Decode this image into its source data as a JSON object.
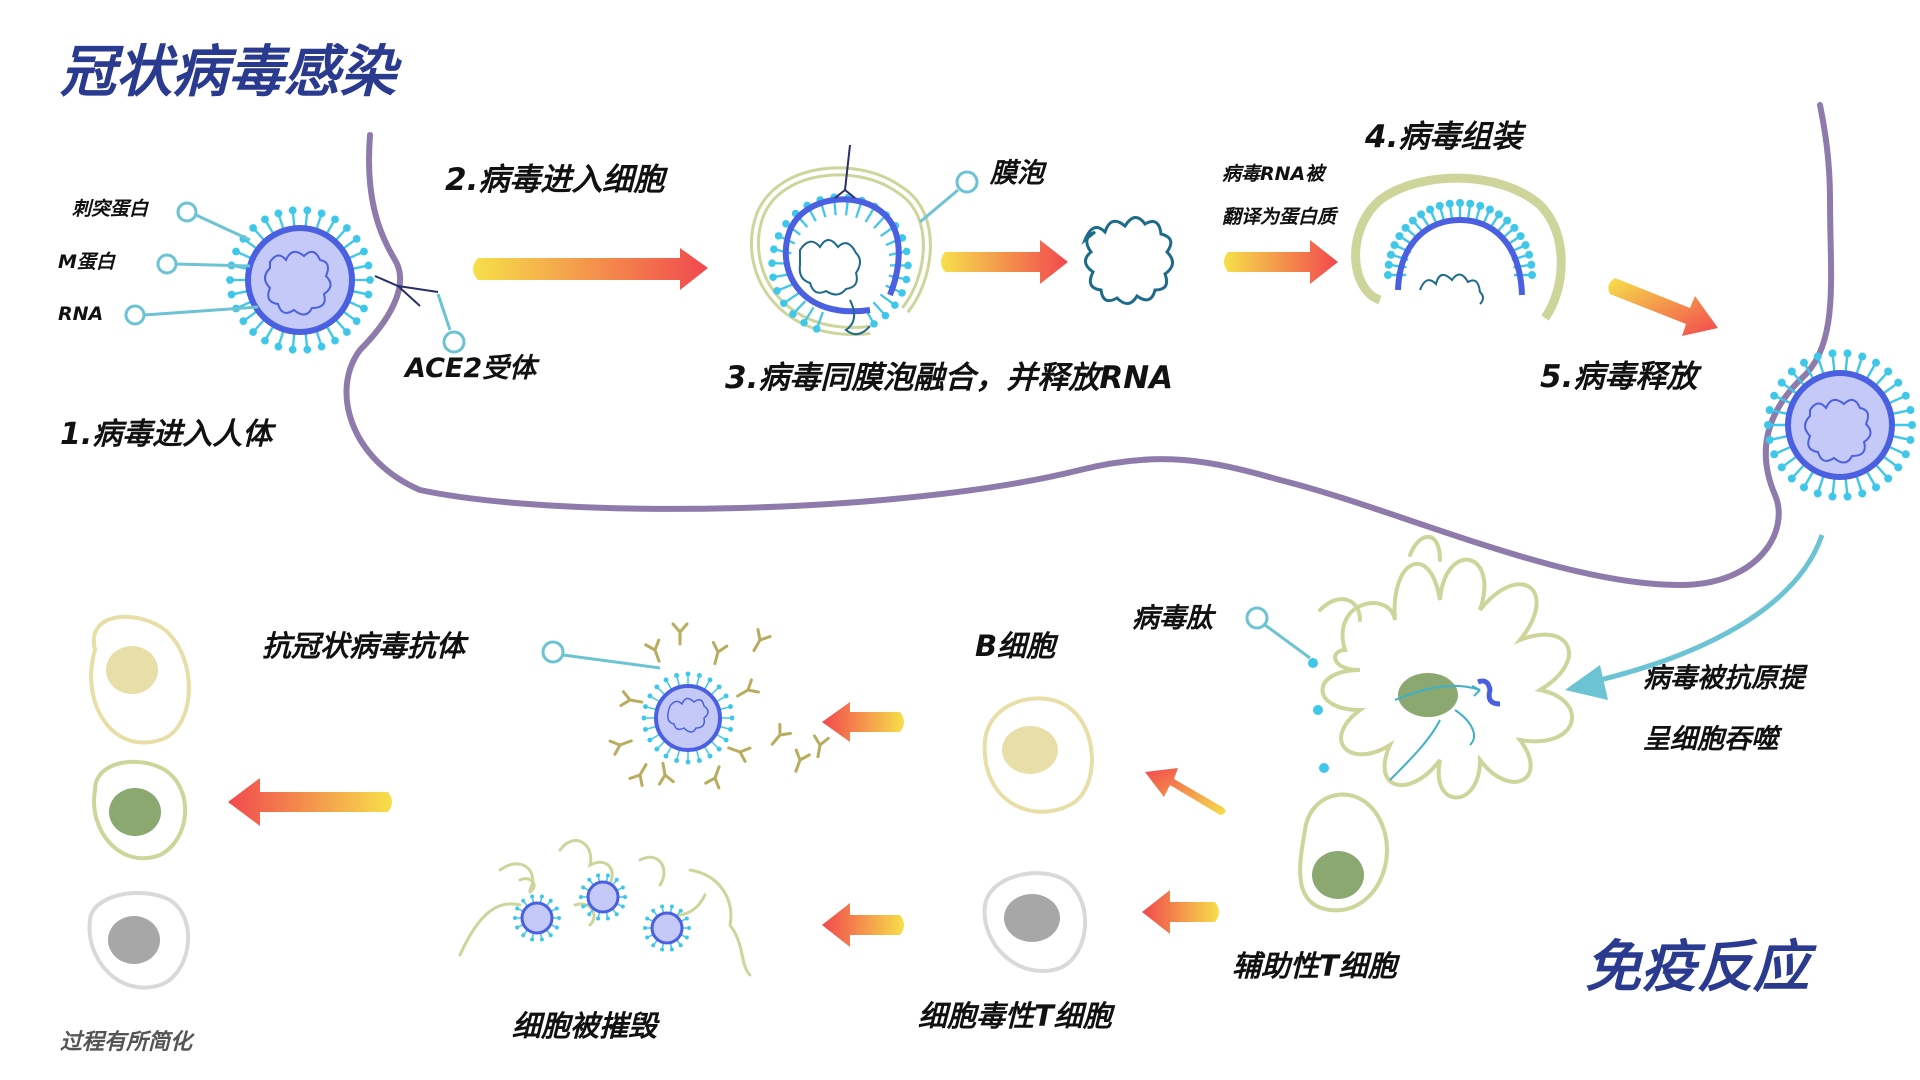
{
  "titles": {
    "infection": "冠状病毒感染",
    "immune": "免疫反应"
  },
  "virus_parts": {
    "spike": "刺突蛋白",
    "m_protein": "M蛋白",
    "rna": "RNA"
  },
  "receptor": "ACE2受体",
  "steps": {
    "s1": "1.病毒进入人体",
    "s2": "2.病毒进入细胞",
    "s3": "3.病毒同膜泡融合，并释放RNA",
    "s4": "4.病毒组装",
    "s5": "5.病毒释放"
  },
  "vesicle": "膜泡",
  "translation": {
    "line1": "病毒RNA被",
    "line2": "翻译为蛋白质"
  },
  "immune_labels": {
    "peptide": "病毒肽",
    "apc_line1": "病毒被抗原提",
    "apc_line2": "呈细胞吞噬",
    "b_cell": "B细胞",
    "antibody": "抗冠状病毒抗体",
    "helper_t": "辅助性T细胞",
    "cytotoxic_t": "细胞毒性T细胞",
    "destroyed": "细胞被摧毁"
  },
  "footnote": "过程有所简化",
  "colors": {
    "title_blue": "#2a3a8f",
    "membrane_purple": "#8e7bab",
    "spike_cyan": "#3fc7ea",
    "virus_blue": "#4a60e0",
    "virus_fill": "#c4c9f7",
    "callout": "#6cc3d4",
    "arrow_start": "#f6e04a",
    "arrow_end": "#f2484e",
    "b_cell_nucleus": "#e8dfa8",
    "t_helper_nucleus": "#8aa870",
    "cytotoxic_nucleus": "#a7a7a7",
    "antibody": "#b8ad5e"
  }
}
